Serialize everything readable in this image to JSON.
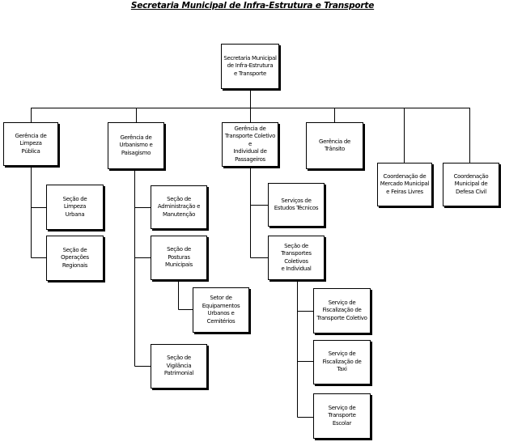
{
  "title": "Secretaria Municipal de Infra-Estrutura e Transporte",
  "nodes": {
    "root": "Secretaria Municipal\nde Infra-Estrutura\ne Transporte",
    "limpeza": "Gerência de Limpeza\nPública",
    "urbanismo": "Gerência de\nUrbanismo e\nPaisagismo",
    "transporte": "Gerência de\nTransporte Coletivo e\nIndividual de\nPassageiros",
    "transito": "Gerência de\nTrânsito",
    "mercado": "Coordenação de\nMercado Municipal\ne Feiras Livres",
    "defesa": "Coordenação\nMunicipal de\nDefesa Civil",
    "limpeza_urbana": "Seção de\nLimpeza\nUrbana",
    "operacoes": "Seção de\nOperações\nRegionais",
    "administracao": "Seção de\nAdministração e\nManutenção",
    "posturas": "Seção de\nPosturas\nMunicipais",
    "equipamentos": "Setor de\nEquipamentos\nUrbanos e\nCemitérios",
    "vigilancia": "Seção de\nVigilância\nPatrimonial",
    "estudos": "Serviços de\nEstudos Técnicos",
    "transp_coletivos": "Seção de\nTransportes Coletivos\ne Individual",
    "fisc_coletivo": "Serviço de\nFiscalização de\nTransporte Coletivo",
    "fisc_taxi": "Serviço de\nFiscalização de\nTaxi",
    "escolar": "Serviço de\nTransporte\nEscolar"
  }
}
